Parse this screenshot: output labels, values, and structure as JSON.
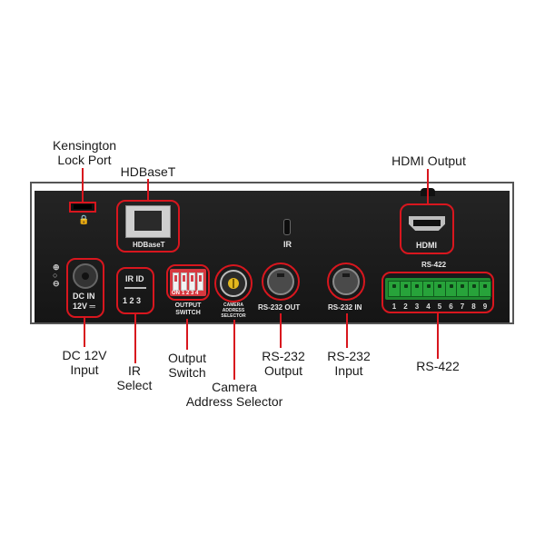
{
  "callouts": {
    "kensington": "Kensington\nLock Port",
    "hdbaset": "HDBaseT",
    "hdmi_output": "HDMI Output",
    "dc_input": "DC 12V\nInput",
    "ir_select": "IR\nSelect",
    "output_switch": "Output\nSwitch",
    "camera_address": "Camera\nAddress Selector",
    "rs232_output": "RS-232\nOutput",
    "rs232_input": "RS-232\nInput",
    "rs422": "RS-422"
  },
  "panel_labels": {
    "hdbaset": "HDBaseT",
    "ir": "IR",
    "hdmi": "HDMI",
    "rs422": "RS-422",
    "dc_in": "DC IN",
    "dc_voltage": "12V ═",
    "ir_id": "IR ID",
    "ir_id_numbers": "1 2 3",
    "dip_on": "ON",
    "dip_numbers": "1 2 3 4",
    "output_switch": "OUTPUT\nSWITCH",
    "camera_address": "CAMERA\nADDRESS\nSELECTOR",
    "rs232_out": "RS-232 OUT",
    "rs232_in": "RS-232 IN",
    "terminal_numbers": [
      "1",
      "2",
      "3",
      "4",
      "5",
      "6",
      "7",
      "8",
      "9"
    ]
  },
  "colors": {
    "highlight": "#d8161e",
    "panel": "#1b1b1b",
    "terminal": "#27a33a"
  }
}
